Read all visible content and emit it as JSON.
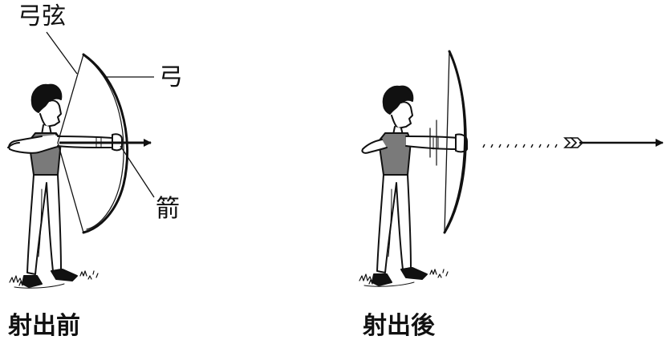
{
  "labels": {
    "bowstring": "弓弦",
    "bow": "弓",
    "arrow": "箭"
  },
  "captions": {
    "before": "射出前",
    "after": "射出後"
  },
  "colors": {
    "ink": "#111111",
    "shirt": "#7a7a7a",
    "background": "#ffffff"
  }
}
